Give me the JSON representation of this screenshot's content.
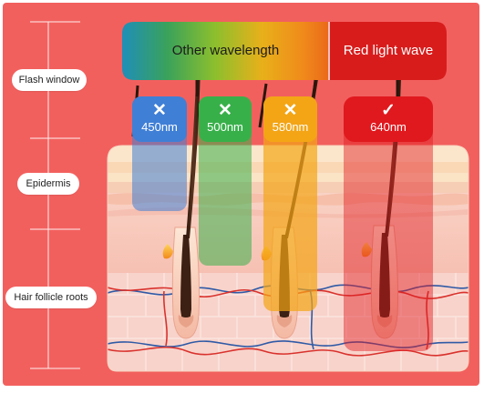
{
  "banner": {
    "other_label": "Other wavelength",
    "red_label": "Red light wave"
  },
  "layers": {
    "flash_window": "Flash window",
    "epidermis": "Epidermis",
    "follicle_roots": "Hair follicle roots"
  },
  "wavelengths": [
    {
      "label": "450nm",
      "mark": "✕",
      "accepted": false,
      "color": "#3f7fd6"
    },
    {
      "label": "500nm",
      "mark": "✕",
      "accepted": false,
      "color": "#38b04a"
    },
    {
      "label": "580nm",
      "mark": "✕",
      "accepted": false,
      "color": "#f3a516"
    },
    {
      "label": "640nm",
      "mark": "✓",
      "accepted": true,
      "color": "#e0191e"
    }
  ],
  "colors": {
    "background": "#f2605e",
    "banner_red": "#d81c1c",
    "skin": "#fbe3c6",
    "dermis": "#f7c4b7",
    "vein_blue": "#2f5aa6",
    "artery_red": "#d9322d",
    "hair": "#4a2a1a"
  },
  "icons": {
    "reject": "x-mark-icon",
    "accept": "check-mark-icon"
  }
}
